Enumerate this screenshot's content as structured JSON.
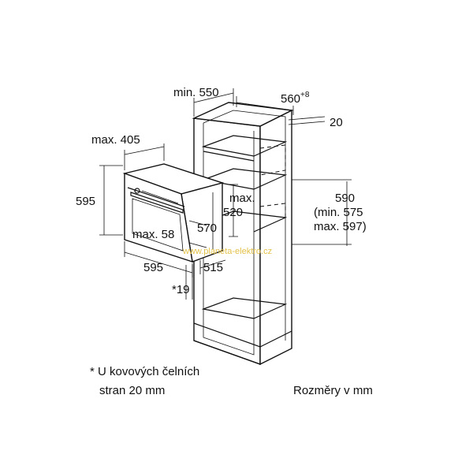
{
  "dimensions": {
    "cabinet_depth": "min. 550",
    "cabinet_width_base": "560",
    "cabinet_width_sup": "+8",
    "top_gap": "20",
    "oven_depth": "max. 405",
    "oven_height": "595",
    "niche_height": "590",
    "niche_min": "(min. 575",
    "niche_max": "max. 597)",
    "vent_max": "max.",
    "vent_val": "520",
    "handle_depth": "max. 58",
    "oven_inner_height": "570",
    "oven_width": "595",
    "oven_inner_width": "515",
    "front_gap": "*19"
  },
  "note": {
    "line1": "* U kovových čelních",
    "line2": "stran 20 mm"
  },
  "units_note": "Rozměry v mm",
  "watermark": "www.planeta-elektro.cz"
}
